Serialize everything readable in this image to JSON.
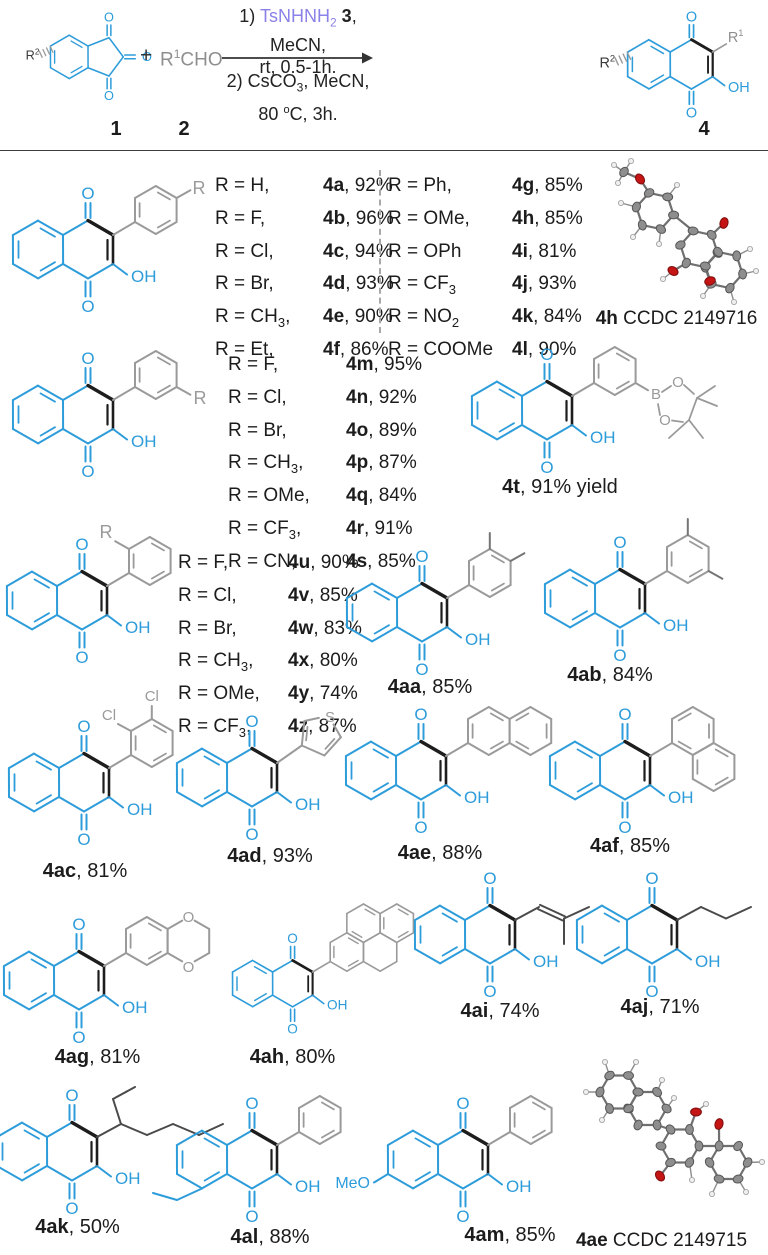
{
  "colors": {
    "blue": "#2d9cda",
    "gray": "#9a9a9a",
    "dark": "#1d1d1d",
    "alkyl": "#4a4a4a",
    "methyl": "#757575",
    "purple": "#8a82e8",
    "red": "#c41414",
    "text": "#1c1c1c",
    "divider": "#a8a8a8"
  },
  "atoms": {
    "O": "O",
    "OH": "OH",
    "S": "S",
    "Cl": "Cl",
    "B": "B",
    "MeO": "MeO",
    "R": "R",
    "sup1": "1",
    "sup2": "2"
  },
  "scheme": {
    "reactant1_label": "1",
    "reactant2_label": "2",
    "product_label": "4",
    "plus": "+",
    "reactant2": {
      "a": "R",
      "sup": "1",
      "b": "CHO"
    },
    "conditions": {
      "s1a": "1) ",
      "s1reagent": "TsNHNH",
      "s1reagentsub": "2",
      "s1bold": " 3",
      "s1b": ", MeCN,",
      "s1line2": "rt, 0.5-1h.",
      "s2a": "2) CsCO",
      "s2sub": "3",
      "s2b": ", MeCN,",
      "s3a": "80 ",
      "s3sup": "o",
      "s3b": "C, 3h."
    }
  },
  "lists": {
    "para": [
      {
        "r": "R = H,",
        "id": "4a",
        "tail": ", 92%"
      },
      {
        "r": "R = F,",
        "id": "4b",
        "tail": ", 96%"
      },
      {
        "r": "R = Cl,",
        "id": "4c",
        "tail": ", 94%"
      },
      {
        "r": "R = Br,",
        "id": "4d",
        "tail": ", 93%"
      },
      {
        "r": "R = CH",
        "sub": "3",
        "after": ",",
        "id": "4e",
        "tail": ", 90%"
      },
      {
        "r": "R = Et,",
        "id": "4f",
        "tail": ", 86%"
      }
    ],
    "para2": [
      {
        "r": "R = Ph,",
        "id": "4g",
        "tail": ", 85%"
      },
      {
        "r": "R = OMe,",
        "id": "4h",
        "tail": ", 85%"
      },
      {
        "r": "R = OPh",
        "id": "4i",
        "tail": ", 81%"
      },
      {
        "r": "R = CF",
        "sub": "3",
        "id": "4j",
        "tail": ", 93%"
      },
      {
        "r": "R = NO",
        "sub": "2",
        "id": "4k",
        "tail": ", 84%"
      },
      {
        "r": "R = COOMe",
        "id": "4l",
        "tail": ", 90%"
      }
    ],
    "meta": [
      {
        "r": "R = F,",
        "id": "4m",
        "tail": ", 95%"
      },
      {
        "r": "R = Cl,",
        "id": "4n",
        "tail": ", 92%"
      },
      {
        "r": "R = Br,",
        "id": "4o",
        "tail": ", 89%"
      },
      {
        "r": "R = CH",
        "sub": "3",
        "after": ",",
        "id": "4p",
        "tail": ", 87%"
      },
      {
        "r": "R = OMe,",
        "id": "4q",
        "tail": ", 84%"
      },
      {
        "r": "R = CF",
        "sub": "3",
        "after": ",",
        "id": "4r",
        "tail": ", 91%"
      },
      {
        "r": "R = CN,",
        "id": "4s",
        "tail": ", 85%"
      }
    ],
    "ortho": [
      {
        "r": "R = F,",
        "id": "4u",
        "tail": ", 90%"
      },
      {
        "r": "R = Cl,",
        "id": "4v",
        "tail": ", 85%"
      },
      {
        "r": "R = Br,",
        "id": "4w",
        "tail": ", 83%"
      },
      {
        "r": "R = CH",
        "sub": "3",
        "after": ",",
        "id": "4x",
        "tail": ", 80%"
      },
      {
        "r": "R = OMe,",
        "id": "4y",
        "tail": ", 74%"
      },
      {
        "r": "R = CF",
        "sub": "3",
        "after": ",",
        "id": "4z",
        "tail": ", 87%"
      }
    ]
  },
  "compounds": {
    "t": {
      "id": "4t",
      "tail": ", 91% yield"
    },
    "aa": {
      "id": "4aa",
      "tail": ", 85%"
    },
    "ab": {
      "id": "4ab",
      "tail": ", 84%"
    },
    "ac": {
      "id": "4ac",
      "tail": ", 81%"
    },
    "ad": {
      "id": "4ad",
      "tail": ", 93%"
    },
    "ae": {
      "id": "4ae",
      "tail": ", 88%"
    },
    "af": {
      "id": "4af",
      "tail": ", 85%"
    },
    "ag": {
      "id": "4ag",
      "tail": ", 81%"
    },
    "ah": {
      "id": "4ah",
      "tail": ", 80%"
    },
    "ai": {
      "id": "4ai",
      "tail": ", 74%"
    },
    "aj": {
      "id": "4aj",
      "tail": ", 71%"
    },
    "ak": {
      "id": "4ak",
      "tail": ", 50%"
    },
    "al": {
      "id": "4al",
      "tail": ", 88%"
    },
    "am": {
      "id": "4am",
      "tail": ", 85%"
    }
  },
  "crystals": {
    "h": {
      "bold": "4h",
      "rest": " CCDC 2149716"
    },
    "ae": {
      "bold": "4ae",
      "rest": " CCDC 2149715"
    }
  }
}
